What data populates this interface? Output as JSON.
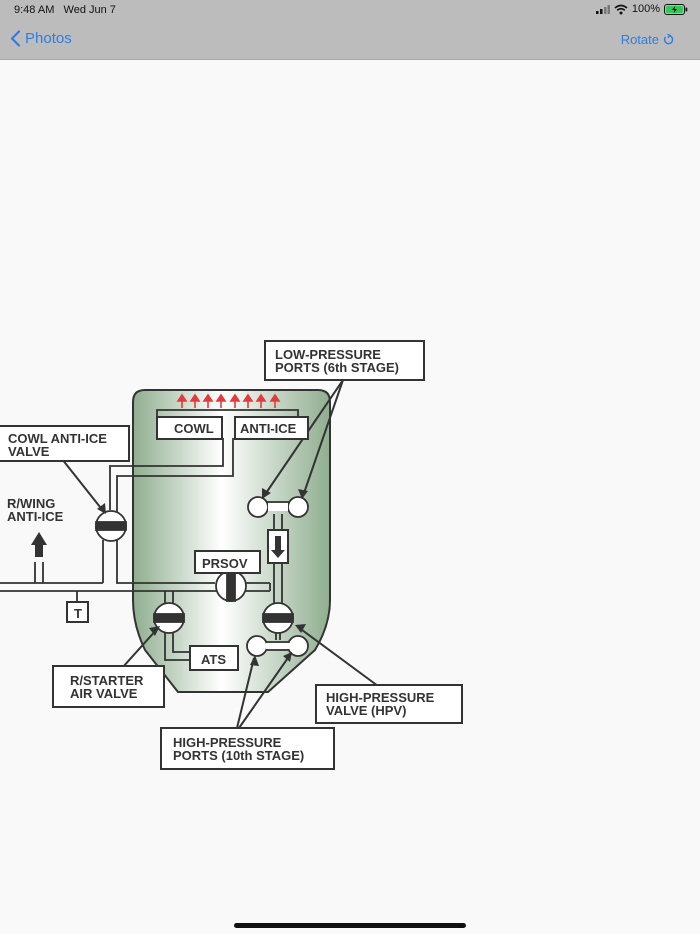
{
  "status_bar": {
    "time": "9:48 AM",
    "date": "Wed Jun 7",
    "battery": "100%"
  },
  "nav": {
    "back_label": "Photos",
    "rotate_label": "Rotate"
  },
  "diagram": {
    "low_pressure_ports": "LOW-PRESSURE\nPORTS (6th STAGE)",
    "cowl": "COWL",
    "anti_ice": "ANTI-ICE",
    "cowl_anti_ice_valve": "COWL ANTI-ICE\nVALVE",
    "r_wing_anti_ice": "R/WING\nANTI-ICE",
    "prsov": "PRSOV",
    "t": "T",
    "ats": "ATS",
    "r_starter_air_valve": "R/STARTER\nAIR VALVE",
    "high_pressure_valve": "HIGH-PRESSURE\nVALVE (HPV)",
    "high_pressure_ports": "HIGH-PRESSURE\nPORTS (10th STAGE)"
  },
  "colors": {
    "accent": "#2f7de1",
    "bar": "#bcbcbc",
    "engine_green": "#9cba9c",
    "arrow_red": "#e23b3b"
  }
}
